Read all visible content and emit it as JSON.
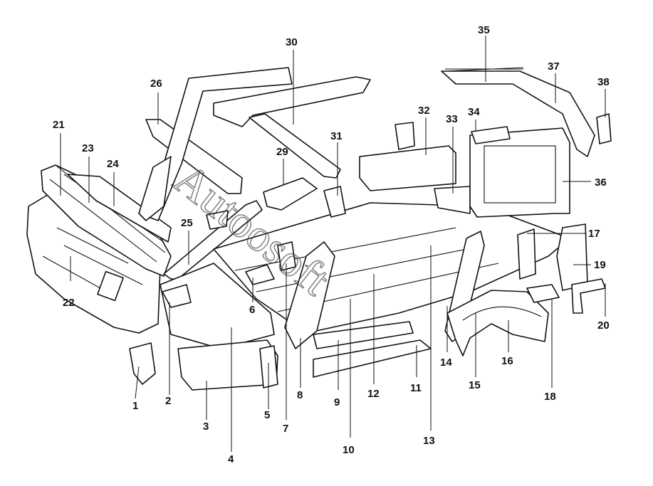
{
  "watermark": "Autoosoft",
  "callouts": [
    "1",
    "2",
    "3",
    "4",
    "5",
    "6",
    "7",
    "8",
    "9",
    "10",
    "11",
    "12",
    "13",
    "14",
    "15",
    "16",
    "17",
    "18",
    "19",
    "20",
    "21",
    "22",
    "23",
    "24",
    "25",
    "26",
    "29",
    "30",
    "31",
    "32",
    "33",
    "34",
    "35",
    "36",
    "37",
    "38"
  ]
}
